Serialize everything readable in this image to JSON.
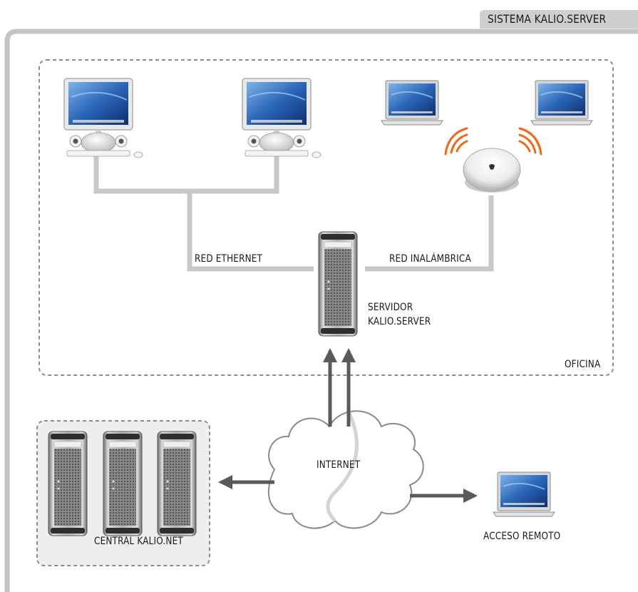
{
  "diagram": {
    "title": "SISTEMA KALIO.SERVER",
    "zones": {
      "office": "OFICINA",
      "central": "CENTRAL KALIO.NET"
    },
    "nodes": {
      "server": [
        "SERVIDOR",
        "KALIO.SERVER"
      ],
      "internet": "INTERNET",
      "remote": "ACCESO REMOTO"
    },
    "networks": {
      "ethernet": "RED ETHERNET",
      "wireless": "RED INALÁMBRICA"
    },
    "icons": [
      "desktop-computer-icon",
      "laptop-icon",
      "wireless-base-station-icon",
      "tower-server-icon",
      "cloud-icon",
      "wifi-waves-icon"
    ],
    "colors": {
      "frame": "#c4c4c4",
      "dashed_border": "#8c8c8c",
      "central_bg": "#eeeeee",
      "cable": "#c8c8c8",
      "arrow": "#5a5a5a",
      "wifi": "#f0661a",
      "title_tab": "#cfcfcf"
    }
  }
}
